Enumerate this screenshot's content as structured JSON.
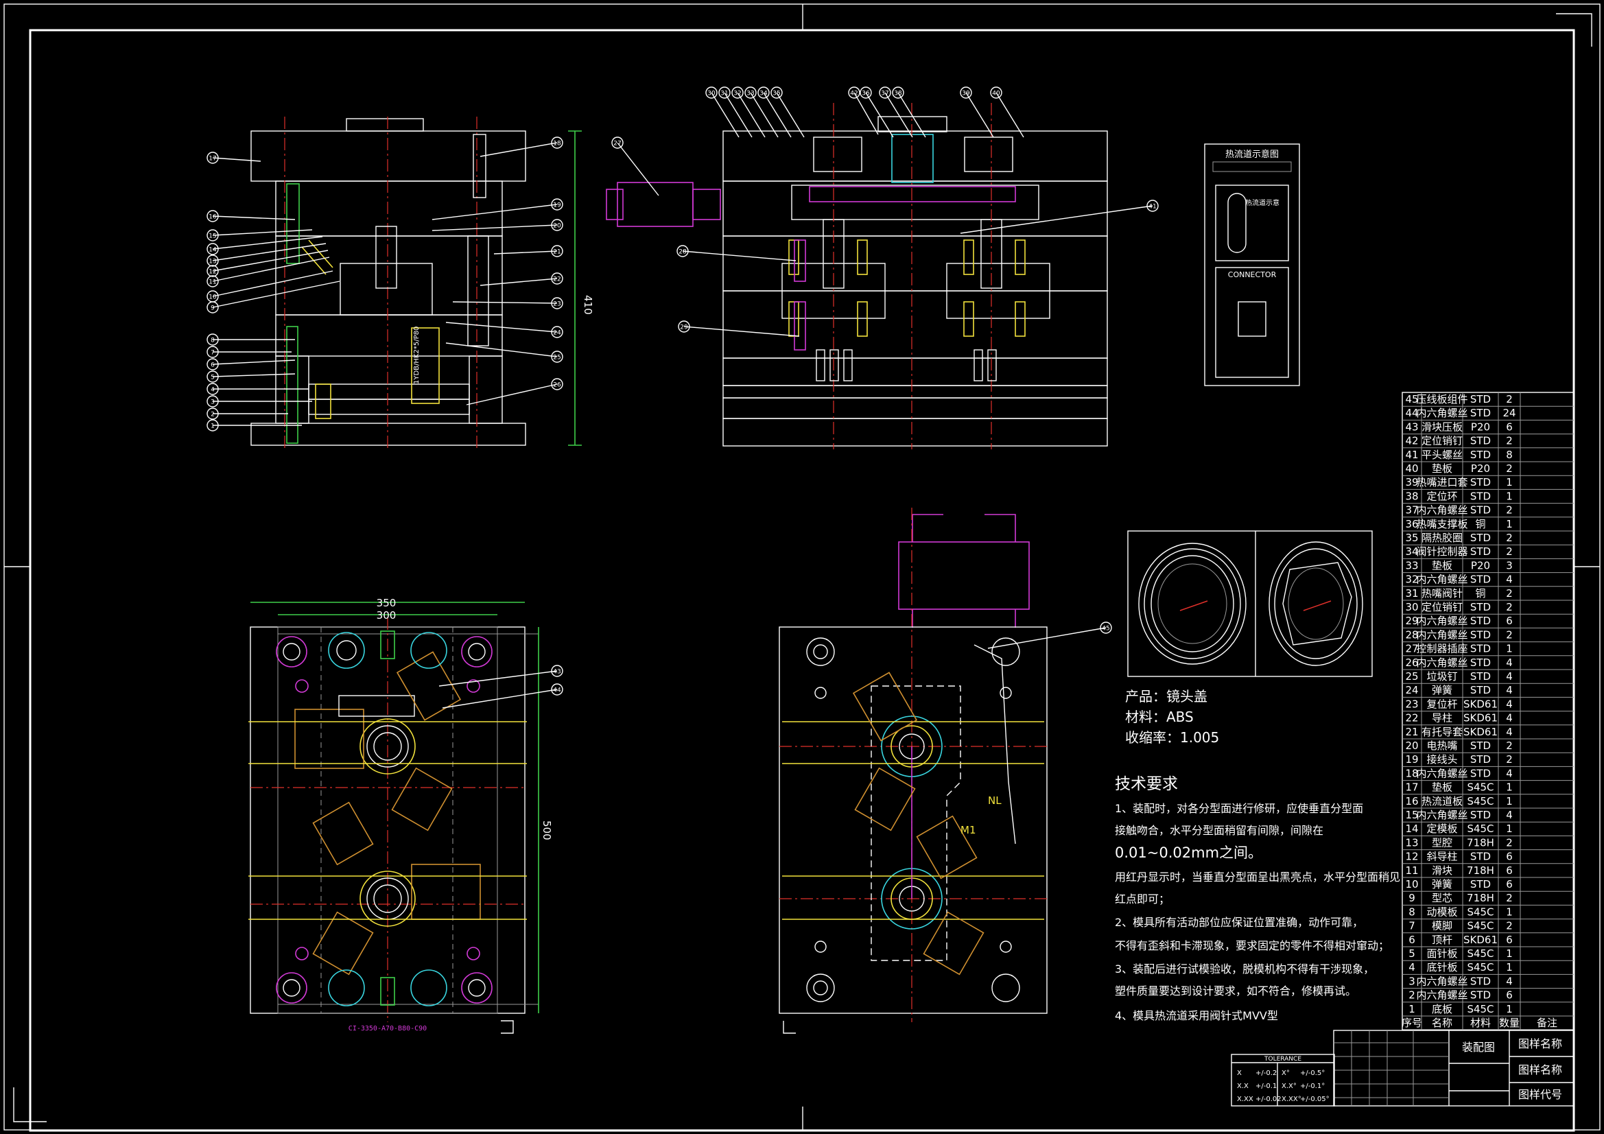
{
  "product": {
    "name_line": "产品：镜头盖",
    "material_line": "材料：ABS",
    "shrink_line": "收缩率：1.005"
  },
  "tech": {
    "title": "技术要求",
    "lines": [
      "1、装配时，对各分型面进行修研，应使垂直分型面",
      "接触吻合，水平分型面稍留有间隙，间隙在",
      "0.01~0.02mm之间。",
      "用红丹显示时，当垂直分型面呈出黑亮点，水平分型面稍见",
      "红点即可；",
      "2、模具所有活动部位应保证位置准确，动作可靠，",
      "不得有歪斜和卡滞现象，要求固定的零件不得相对窜动；",
      "3、装配后进行试模验收，脱模机构不得有干涉现象，",
      "塑件质量要达到设计要求，如不符合，修模再试。",
      "4、模具热流道采用阀针式MVV型"
    ]
  },
  "hotrunner_box": {
    "title": "热流道示意图",
    "inner_label": "热流道示意",
    "connector_label": "CONNECTOR"
  },
  "dimensions": {
    "height_410": "410",
    "width_350": "350",
    "width_300": "300",
    "height_500": "500"
  },
  "mold_code": "CI-3350-A70-B80-C90",
  "annotations": {
    "nl": "NL",
    "m1": "M1"
  },
  "bom": {
    "headers": [
      "序号",
      "名称",
      "材料",
      "数量",
      "备注"
    ],
    "rows": [
      [
        "45",
        "压线板组件",
        "STD",
        "2",
        ""
      ],
      [
        "44",
        "内六角螺丝",
        "STD",
        "24",
        ""
      ],
      [
        "43",
        "滑块压板",
        "P20",
        "6",
        ""
      ],
      [
        "42",
        "定位销钉",
        "STD",
        "2",
        ""
      ],
      [
        "41",
        "平头螺丝",
        "STD",
        "8",
        ""
      ],
      [
        "40",
        "垫板",
        "P20",
        "2",
        ""
      ],
      [
        "39",
        "热嘴进口套",
        "STD",
        "1",
        ""
      ],
      [
        "38",
        "定位环",
        "STD",
        "1",
        ""
      ],
      [
        "37",
        "内六角螺丝",
        "STD",
        "2",
        ""
      ],
      [
        "36",
        "热嘴支撑板",
        "铜",
        "1",
        ""
      ],
      [
        "35",
        "隔热胶圈",
        "STD",
        "2",
        ""
      ],
      [
        "34",
        "阀针控制器",
        "STD",
        "2",
        ""
      ],
      [
        "33",
        "垫板",
        "P20",
        "3",
        ""
      ],
      [
        "32",
        "内六角螺丝",
        "STD",
        "4",
        ""
      ],
      [
        "31",
        "热嘴阀针",
        "铜",
        "2",
        ""
      ],
      [
        "30",
        "定位销钉",
        "STD",
        "2",
        ""
      ],
      [
        "29",
        "内六角螺丝",
        "STD",
        "6",
        ""
      ],
      [
        "28",
        "内六角螺丝",
        "STD",
        "2",
        ""
      ],
      [
        "27",
        "控制器插座",
        "STD",
        "1",
        ""
      ],
      [
        "26",
        "内六角螺丝",
        "STD",
        "4",
        ""
      ],
      [
        "25",
        "垃圾钉",
        "STD",
        "4",
        ""
      ],
      [
        "24",
        "弹簧",
        "STD",
        "4",
        ""
      ],
      [
        "23",
        "复位杆",
        "SKD61",
        "4",
        ""
      ],
      [
        "22",
        "导柱",
        "SKD61",
        "4",
        ""
      ],
      [
        "21",
        "有托导套",
        "SKD61",
        "4",
        ""
      ],
      [
        "20",
        "电热嘴",
        "STD",
        "2",
        ""
      ],
      [
        "19",
        "接线头",
        "STD",
        "2",
        ""
      ],
      [
        "18",
        "内六角螺丝",
        "STD",
        "4",
        ""
      ],
      [
        "17",
        "垫板",
        "S45C",
        "1",
        ""
      ],
      [
        "16",
        "热流道板",
        "S45C",
        "1",
        ""
      ],
      [
        "15",
        "内六角螺丝",
        "STD",
        "4",
        ""
      ],
      [
        "14",
        "定模板",
        "S45C",
        "1",
        ""
      ],
      [
        "13",
        "型腔",
        "718H",
        "2",
        ""
      ],
      [
        "12",
        "斜导柱",
        "STD",
        "6",
        ""
      ],
      [
        "11",
        "滑块",
        "718H",
        "6",
        ""
      ],
      [
        "10",
        "弹簧",
        "STD",
        "6",
        ""
      ],
      [
        "9",
        "型芯",
        "718H",
        "2",
        ""
      ],
      [
        "8",
        "动模板",
        "S45C",
        "1",
        ""
      ],
      [
        "7",
        "模脚",
        "S45C",
        "2",
        ""
      ],
      [
        "6",
        "顶杆",
        "SKD61",
        "6",
        ""
      ],
      [
        "5",
        "面针板",
        "S45C",
        "1",
        ""
      ],
      [
        "4",
        "底针板",
        "S45C",
        "1",
        ""
      ],
      [
        "3",
        "内六角螺丝",
        "STD",
        "4",
        ""
      ],
      [
        "2",
        "内六角螺丝",
        "STD",
        "6",
        ""
      ],
      [
        "1",
        "底板",
        "S45C",
        "1",
        ""
      ]
    ]
  },
  "title_block": {
    "drawing_type": "装配图",
    "name_1": "图样名称",
    "name_2": "图样名称",
    "code": "图样代号"
  },
  "tolerance": {
    "title": "TOLERANCE",
    "rows": [
      [
        "X",
        "+/-0.2",
        "X°",
        "+/-0.5°"
      ],
      [
        "X.X",
        "+/-0.1",
        "X.X°",
        "+/-0.1°"
      ],
      [
        "X.XX",
        "+/-0.02",
        "X.XX°",
        "+/-0.05°"
      ]
    ]
  },
  "balloons_left_section": [
    "17",
    "16",
    "15",
    "14",
    "13",
    "12",
    "11",
    "10",
    "9",
    "8",
    "7",
    "6",
    "5",
    "4",
    "3",
    "2",
    "1",
    "18",
    "19",
    "20",
    "21",
    "22",
    "23",
    "24",
    "25",
    "26"
  ],
  "balloons_right_section": [
    "30",
    "31",
    "32",
    "33",
    "34",
    "35",
    "36",
    "37",
    "38",
    "39",
    "40",
    "41",
    "42",
    "27",
    "28",
    "29"
  ],
  "balloons_plan": [
    "43",
    "44",
    "45"
  ]
}
